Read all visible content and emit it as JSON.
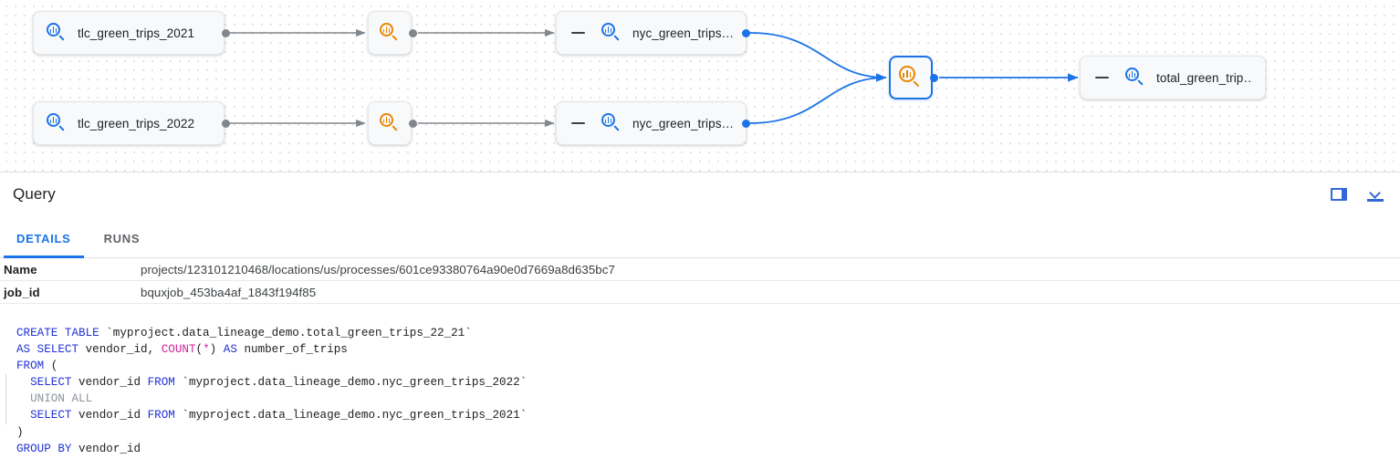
{
  "graph": {
    "nodes": [
      {
        "id": "tlc_2021",
        "label": "tlc_green_trips_2021",
        "icon": "bigquery-table-icon",
        "type": "table"
      },
      {
        "id": "tlc_2022",
        "label": "tlc_green_trips_2022",
        "icon": "bigquery-table-icon",
        "type": "table"
      },
      {
        "id": "proc_1",
        "label": "",
        "icon": "bigquery-process-icon",
        "type": "process"
      },
      {
        "id": "proc_2",
        "label": "",
        "icon": "bigquery-process-icon",
        "type": "process"
      },
      {
        "id": "nyc_1",
        "label": "nyc_green_trips…",
        "icon": "bigquery-table-icon",
        "type": "table"
      },
      {
        "id": "nyc_2",
        "label": "nyc_green_trips…",
        "icon": "bigquery-table-icon",
        "type": "table"
      },
      {
        "id": "proc_selected",
        "label": "",
        "icon": "bigquery-process-icon",
        "type": "process",
        "selected": true
      },
      {
        "id": "total",
        "label": "total_green_trip…",
        "icon": "bigquery-table-icon",
        "type": "table"
      }
    ],
    "colors": {
      "edge_gray": "#80868b",
      "edge_blue": "#1a73e8",
      "table_icon": "#1a73e8",
      "process_icon": "#ea8600",
      "selection": "#1a73e8"
    }
  },
  "panel": {
    "title": "Query",
    "actions": [
      {
        "name": "split-panel-icon",
        "label": "Split panel"
      },
      {
        "name": "collapse-panel-icon",
        "label": "Collapse panel"
      }
    ],
    "tabs": [
      {
        "label": "DETAILS",
        "active": true
      },
      {
        "label": "RUNS",
        "active": false
      }
    ],
    "details_rows": [
      {
        "key": "Name",
        "value": "projects/123101210468/locations/us/processes/601ce93380764a90e0d7669a8d635bc7"
      },
      {
        "key": "job_id",
        "value": "bquxjob_453ba4af_1843f194f85"
      }
    ]
  },
  "sql": {
    "lines": [
      [
        {
          "t": "CREATE TABLE ",
          "c": "kw"
        },
        {
          "t": "`myproject.data_lineage_demo.total_green_trips_22_21`",
          "c": "plain"
        }
      ],
      [
        {
          "t": "AS SELECT ",
          "c": "kw"
        },
        {
          "t": "vendor_id, ",
          "c": "plain"
        },
        {
          "t": "COUNT",
          "c": "fn"
        },
        {
          "t": "(",
          "c": "plain"
        },
        {
          "t": "*",
          "c": "op"
        },
        {
          "t": ") ",
          "c": "plain"
        },
        {
          "t": "AS ",
          "c": "kw"
        },
        {
          "t": "number_of_trips",
          "c": "plain"
        }
      ],
      [
        {
          "t": "FROM",
          "c": "kw"
        },
        {
          "t": " (",
          "c": "plain"
        }
      ],
      [
        {
          "t": "  SELECT ",
          "c": "kw"
        },
        {
          "t": "vendor_id ",
          "c": "plain"
        },
        {
          "t": "FROM",
          "c": "kw"
        },
        {
          "t": " `myproject.data_lineage_demo.nyc_green_trips_2022`",
          "c": "plain"
        }
      ],
      [
        {
          "t": "  UNION ALL",
          "c": "dim"
        }
      ],
      [
        {
          "t": "  SELECT ",
          "c": "kw"
        },
        {
          "t": "vendor_id ",
          "c": "plain"
        },
        {
          "t": "FROM",
          "c": "kw"
        },
        {
          "t": " `myproject.data_lineage_demo.nyc_green_trips_2021`",
          "c": "plain"
        }
      ],
      [
        {
          "t": ")",
          "c": "plain"
        }
      ],
      [
        {
          "t": "GROUP BY ",
          "c": "kw"
        },
        {
          "t": "vendor_id",
          "c": "plain"
        }
      ]
    ]
  }
}
